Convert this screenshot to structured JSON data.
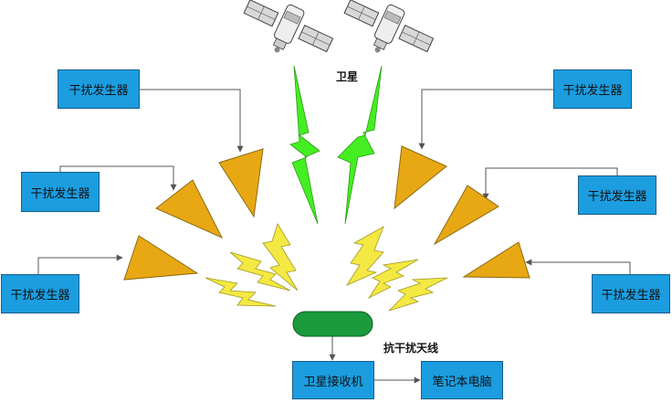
{
  "labels": {
    "satellite": "卫星",
    "antenna": "抗干扰天线"
  },
  "jammers": [
    {
      "label": "干扰发生器"
    },
    {
      "label": "干扰发生器"
    },
    {
      "label": "干扰发生器"
    },
    {
      "label": "干扰发生器"
    },
    {
      "label": "干扰发生器"
    },
    {
      "label": "干扰发生器"
    }
  ],
  "receiver": {
    "label": "卫星接收机"
  },
  "laptop": {
    "label": "笔记本电脑"
  },
  "colors": {
    "box_fill": "#1b9de0",
    "box_border": "#1a5c8a",
    "horn_fill": "#e8a813",
    "horn_stroke": "#8a6a10",
    "signal_green": "#44ee22",
    "jam_yellow": "#f4e842",
    "antenna_fill": "#1a9b3c"
  }
}
